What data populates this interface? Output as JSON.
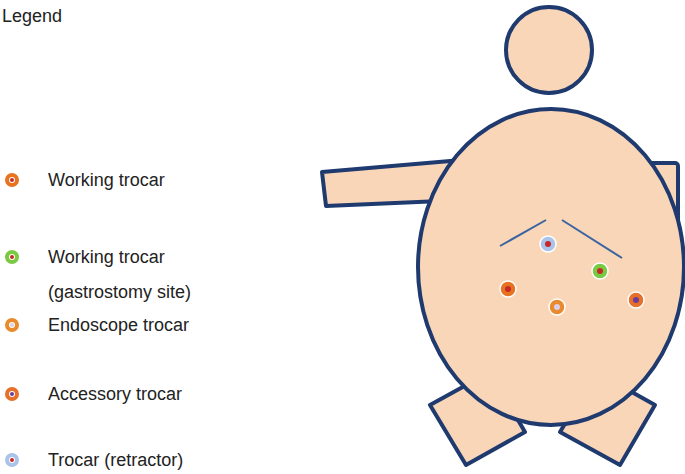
{
  "diagram": {
    "labels": [
      "Legend"
    ],
    "legend": [
      {
        "text": "Working trocar",
        "color": "#e8731f"
      },
      {
        "text": "Working trocar (gastrostomy site)",
        "color": "#7ac943"
      },
      {
        "text": "Endoscope trocar",
        "color": "#e98a2c"
      },
      {
        "text": "Accessory trocar",
        "color": "#e6702a"
      },
      {
        "text": "Trocar (retractor)",
        "color": "#a9c4e8"
      }
    ]
  }
}
